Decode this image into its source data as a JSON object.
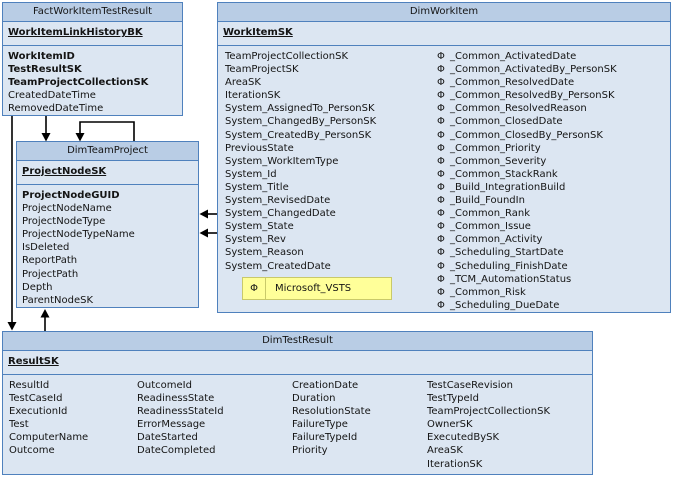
{
  "colors": {
    "canvas_bg": "#ffffff",
    "table_header_bg": "#b9cde5",
    "table_body_bg": "#dce6f2",
    "table_border": "#4f81bd",
    "tooltip_bg": "#ffff99",
    "tooltip_border": "#c9c96a",
    "connector": "#000000",
    "text": "#141414"
  },
  "phi": "Φ",
  "tables": {
    "fact": {
      "title": "FactWorkItemTestResult",
      "key": "WorkItemLinkHistoryBK",
      "fields": [
        {
          "text": "WorkItemID",
          "bold": true
        },
        {
          "text": "TestResultSK",
          "bold": true
        },
        {
          "text": "TeamProjectCollectionSK",
          "bold": true
        },
        "CreatedDateTime",
        "RemovedDateTime"
      ]
    },
    "dim_work_item": {
      "title": "DimWorkItem",
      "key": "WorkItemSK",
      "left_fields": [
        "TeamProjectCollectionSK",
        "TeamProjectSK",
        "AreaSK",
        "IterationSK",
        "System_AssignedTo_PersonSK",
        "System_ChangedBy_PersonSK",
        "System_CreatedBy_PersonSK",
        "PreviousState",
        "System_WorkItemType",
        "System_Id",
        "System_Title",
        "System_RevisedDate",
        "System_ChangedDate",
        "System_State",
        "System_Rev",
        "System_Reason",
        "System_CreatedDate"
      ],
      "right_fields": [
        "_Common_ActivatedDate",
        "_Common_ActivatedBy_PersonSK",
        "_Common_ResolvedDate",
        "_Common_ResolvedBy_PersonSK",
        "_Common_ResolvedReason",
        "_Common_ClosedDate",
        "_Common_ClosedBy_PersonSK",
        "_Common_Priority",
        "_Common_Severity",
        "_Common_StackRank",
        "_Build_IntegrationBuild",
        "_Build_FoundIn",
        "_Common_Rank",
        "_Common_Issue",
        "_Common_Activity",
        "_Scheduling_StartDate",
        "_Scheduling_FinishDate",
        "_TCM_AutomationStatus",
        "_Common_Risk",
        "_Scheduling_DueDate"
      ]
    },
    "dim_team_project": {
      "title": "DimTeamProject",
      "key": "ProjectNodeSK",
      "fields": [
        {
          "text": "ProjectNodeGUID",
          "bold": true
        },
        "ProjectNodeName",
        "ProjectNodeType",
        "ProjectNodeTypeName",
        "IsDeleted",
        "ReportPath",
        "ProjectPath",
        "Depth",
        "ParentNodeSK"
      ]
    },
    "dim_test_result": {
      "title": "DimTestResult",
      "key": "ResultSK",
      "columns": [
        [
          "ResultId",
          "TestCaseId",
          "ExecutionId",
          "Test",
          "ComputerName",
          "Outcome"
        ],
        [
          "OutcomeId",
          "ReadinessState",
          "ReadinessStateId",
          "ErrorMessage",
          "DateStarted",
          "DateCompleted"
        ],
        [
          "CreationDate",
          "Duration",
          "ResolutionState",
          "FailureType",
          "FailureTypeId",
          "Priority"
        ],
        [
          "TestCaseRevision",
          "TestTypeId",
          "TeamProjectCollectionSK",
          "OwnerSK",
          "ExecutedBySK",
          "AreaSK",
          "IterationSK"
        ]
      ]
    }
  },
  "tooltip": {
    "icon": "Φ",
    "label": "Microsoft_VSTS"
  },
  "relationships": [
    {
      "from": "FactWorkItemTestResult",
      "to": "DimTestResult"
    },
    {
      "from": "FactWorkItemTestResult",
      "to": "DimTeamProject"
    },
    {
      "from": "DimTeamProject",
      "to": "DimTeamProject"
    },
    {
      "from": "DimTestResult",
      "to": "DimTeamProject"
    },
    {
      "from": "DimWorkItem",
      "to": "DimTeamProject"
    },
    {
      "from": "DimWorkItem",
      "to": "DimTeamProject"
    }
  ]
}
